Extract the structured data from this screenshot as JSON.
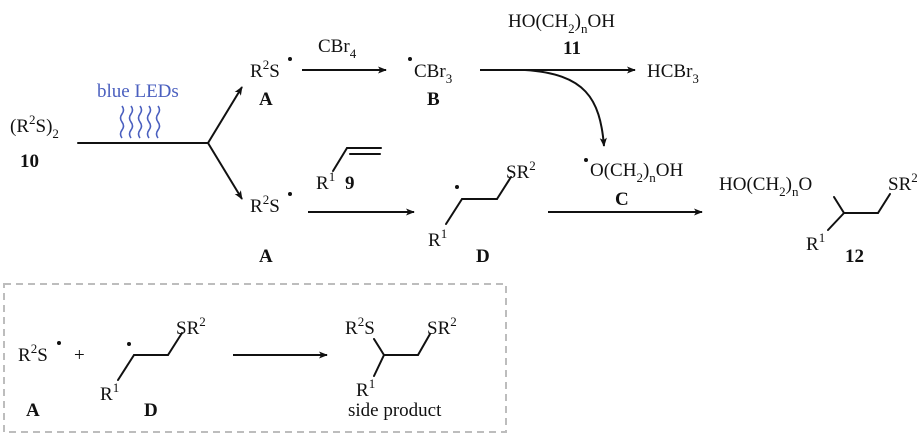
{
  "compound_10": {
    "label": "(R",
    "sup": "2",
    "mid": "S)",
    "sub": "2",
    "number": "10"
  },
  "light": {
    "label": "blue LEDs",
    "color": "#4a5fbf"
  },
  "radical_A_top": {
    "label": "R",
    "sup": "2",
    "tail": "S",
    "letter": "A"
  },
  "reagent_cbr4": {
    "label": "CBr",
    "sub": "4"
  },
  "radical_B": {
    "label": "CBr",
    "sub": "3",
    "letter": "B"
  },
  "reagent_11": {
    "pre": "HO(CH",
    "sub1": "2",
    "mid": ")",
    "sub2": "n",
    "post": "OH",
    "number": "11"
  },
  "product_hcbr3": {
    "label": "HCBr",
    "sub": "3"
  },
  "radical_A_bottom": {
    "label": "R",
    "sup": "2",
    "tail": "S",
    "letter": "A"
  },
  "alkene_9": {
    "r": "R",
    "sup": "1",
    "number": "9"
  },
  "radical_D": {
    "sr": "SR",
    "sr_sup": "2",
    "r": "R",
    "r_sup": "1",
    "letter": "D"
  },
  "radical_C": {
    "pre": "O(CH",
    "sub1": "2",
    "mid": ")",
    "sub2": "n",
    "post": "OH",
    "letter": "C"
  },
  "product_12": {
    "pre": "HO(CH",
    "sub1": "2",
    "mid": ")",
    "sub2": "n",
    "post": "O",
    "sr": "SR",
    "sr_sup": "2",
    "r": "R",
    "r_sup": "1",
    "number": "12"
  },
  "side_reaction": {
    "a_label": "R",
    "a_sup": "2",
    "a_tail": "S",
    "a_letter": "A",
    "plus": "+",
    "d_sr": "SR",
    "d_sr_sup": "2",
    "d_r": "R",
    "d_r_sup": "1",
    "d_letter": "D",
    "p_rs": "R",
    "p_rs_sup": "2",
    "p_rs_tail": "S",
    "p_sr": "SR",
    "p_sr_sup": "2",
    "p_r": "R",
    "p_r_sup": "1",
    "caption": "side product"
  }
}
